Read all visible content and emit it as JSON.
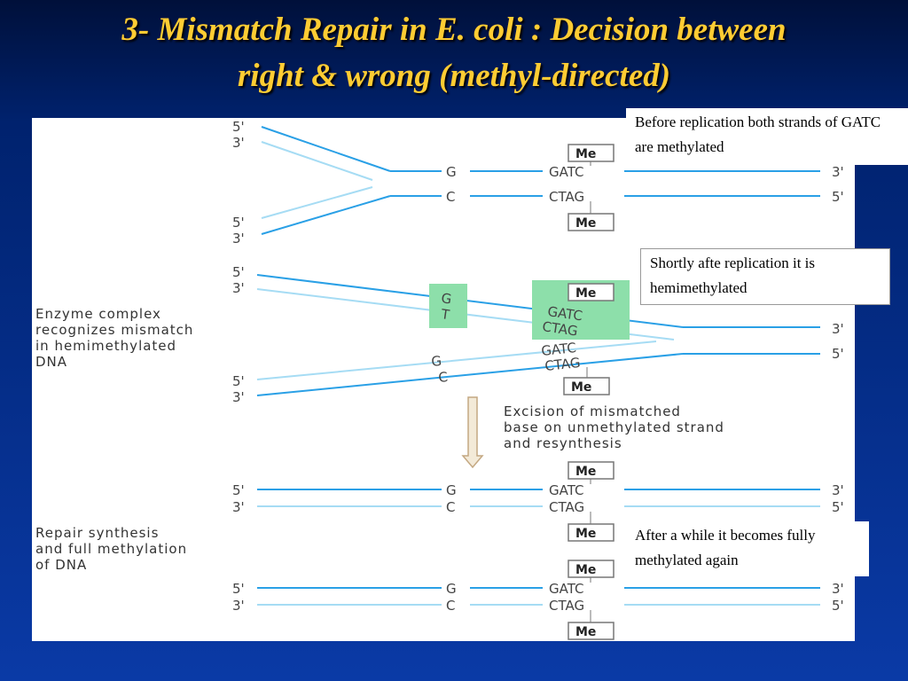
{
  "slide": {
    "title_line1": "3- Mismatch Repair in E. coli : Decision between",
    "title_line2": "right & wrong (methyl-directed)"
  },
  "notes": {
    "before": "Before replication both strands of GATC are methylated",
    "shortly": "Shortly afte replication it is hemimethylated",
    "after": "After a while it becomes fully methylated again"
  },
  "diagram": {
    "strand_labels": {
      "five": "5'",
      "three": "3'"
    },
    "bases": {
      "g": "G",
      "c": "C",
      "t": "T",
      "gatc": "GATC",
      "ctag": "CTAG"
    },
    "methyl": "Me",
    "step_enzyme": [
      "Enzyme complex",
      "recognizes mismatch",
      "in hemimethylated",
      "DNA"
    ],
    "step_excision": [
      "Excision of mismatched",
      "base on unmethylated strand",
      "and resynthesis"
    ],
    "step_repair": [
      "Repair synthesis",
      "and full methylation",
      "of DNA"
    ],
    "colors": {
      "old_strand": "#2aa0e6",
      "new_strand": "#a6dcf4",
      "highlight": "#8ddfaa",
      "arrow": "#d8c6a6"
    }
  }
}
